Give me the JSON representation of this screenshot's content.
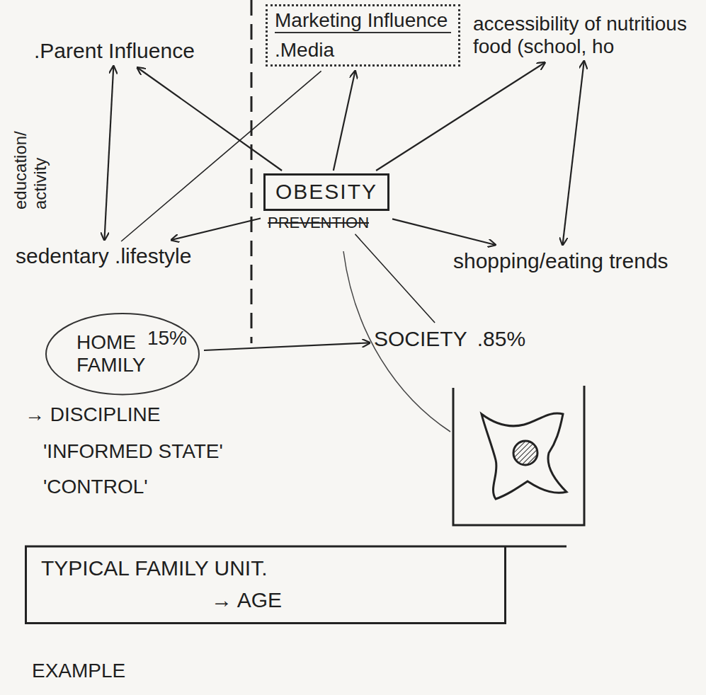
{
  "diagram": {
    "nodes": [
      {
        "text": [
          ".Parent Influence"
        ]
      },
      {
        "text": [
          "Marketing Influence",
          ".Media"
        ]
      },
      {
        "text": [
          "accessibility of nutritious food (school, ho"
        ]
      },
      {
        "text": [
          "OBESITY",
          "PREVENTION"
        ]
      },
      {
        "text": [
          "sedentary .lifestyle"
        ]
      },
      {
        "text": [
          "shopping/eating trends"
        ]
      },
      {
        "text": [
          "HOME FAMILY",
          "15%"
        ]
      },
      {
        "text": [
          "SOCIETY",
          ".85%"
        ]
      },
      {
        "text": [
          "TYPICAL FAMILY UNIT.",
          "→ AGE"
        ]
      }
    ],
    "edges": [
      {
        "from": 3,
        "to": 0,
        "arrow": "to"
      },
      {
        "from": 3,
        "to": 1,
        "arrow": "to"
      },
      {
        "from": 3,
        "to": 2,
        "arrow": "to"
      },
      {
        "from": 3,
        "to": 4,
        "arrow": "to"
      },
      {
        "from": 3,
        "to": 5,
        "arrow": "to"
      },
      {
        "from": 3,
        "to": 7,
        "arrow": "none"
      },
      {
        "from": 6,
        "to": 7,
        "arrow": "to"
      },
      {
        "from": 0,
        "to": 4,
        "arrow": "both"
      },
      {
        "from": 2,
        "to": 5,
        "arrow": "both"
      },
      {
        "from": 4,
        "to": 1,
        "arrow": "none"
      }
    ],
    "labels": [
      "education/ activity",
      "→ DISCIPLINE",
      "'INFORMED STATE'",
      "'CONTROL'",
      "EXAMPLE"
    ]
  }
}
